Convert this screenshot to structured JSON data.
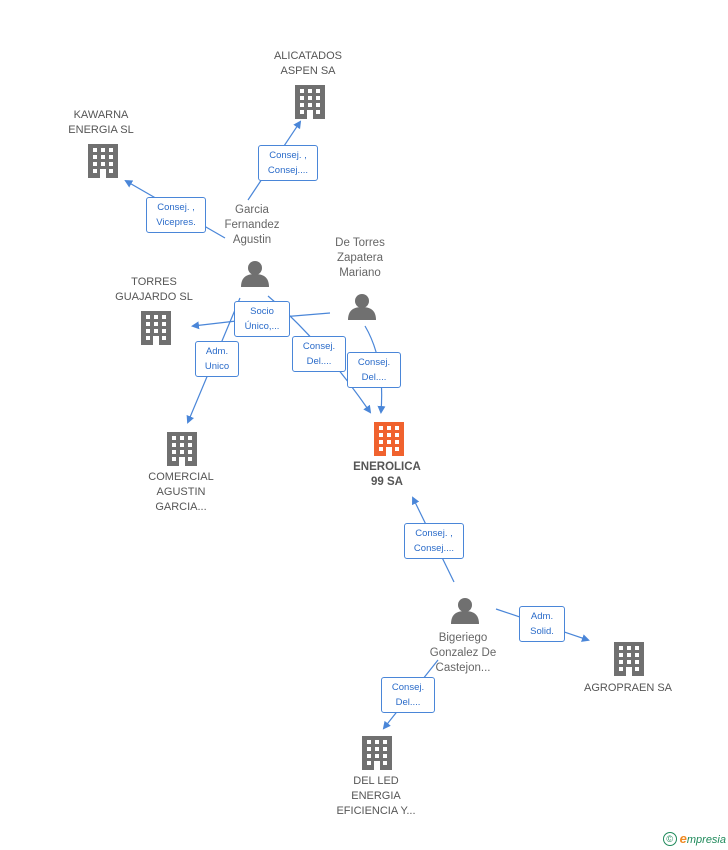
{
  "colors": {
    "edge": "#4a86d8",
    "node": "#707070",
    "center": "#f0622e",
    "edge_text": "#2a6bc9"
  },
  "nodes": {
    "alicatados": {
      "type": "company",
      "label": [
        "ALICATADOS",
        "ASPEN SA"
      ]
    },
    "kawarna": {
      "type": "company",
      "label": [
        "KAWARNA",
        "ENERGIA SL"
      ]
    },
    "garcia": {
      "type": "person",
      "label": [
        "Garcia",
        "Fernandez",
        "Agustin"
      ]
    },
    "detorres": {
      "type": "person",
      "label": [
        "De Torres",
        "Zapatera",
        "Mariano"
      ]
    },
    "torres_guajardo": {
      "type": "company",
      "label": [
        "TORRES",
        "GUAJARDO SL"
      ]
    },
    "enerolica": {
      "type": "company-center",
      "label": [
        "ENEROLICA",
        "99 SA"
      ]
    },
    "comercial": {
      "type": "company",
      "label": [
        "COMERCIAL",
        "AGUSTIN",
        "GARCIA..."
      ]
    },
    "bigeriego": {
      "type": "person",
      "label": [
        "Bigeriego",
        "Gonzalez De",
        "Castejon..."
      ]
    },
    "agropraen": {
      "type": "company",
      "label": [
        "AGROPRAEN SA"
      ]
    },
    "delled": {
      "type": "company",
      "label": [
        "DEL LED",
        "ENERGIA",
        "EFICIENCIA Y..."
      ]
    }
  },
  "edges": [
    {
      "id": "garcia-alicatados",
      "label": [
        "Consej. ,",
        "Consej...."
      ]
    },
    {
      "id": "garcia-kawarna",
      "label": [
        "Consej. ,",
        "Vicepres."
      ]
    },
    {
      "id": "garcia-torres",
      "label": [
        "Socio",
        "Único,..."
      ]
    },
    {
      "id": "garcia-comercial",
      "label": [
        "Adm.",
        "Unico"
      ]
    },
    {
      "id": "garcia-enerolica",
      "label": [
        "Consej.",
        "Del...."
      ]
    },
    {
      "id": "detorres-enerolica",
      "label": [
        "Consej.",
        "Del...."
      ]
    },
    {
      "id": "bigeriego-enerolica",
      "label": [
        "Consej. ,",
        "Consej...."
      ]
    },
    {
      "id": "bigeriego-agropraen",
      "label": [
        "Adm.",
        "Solid."
      ]
    },
    {
      "id": "bigeriego-delled",
      "label": [
        "Consej.",
        "Del...."
      ]
    }
  ],
  "footer": {
    "copyright": "©",
    "brand_first": "e",
    "brand_rest": "mpresia"
  }
}
